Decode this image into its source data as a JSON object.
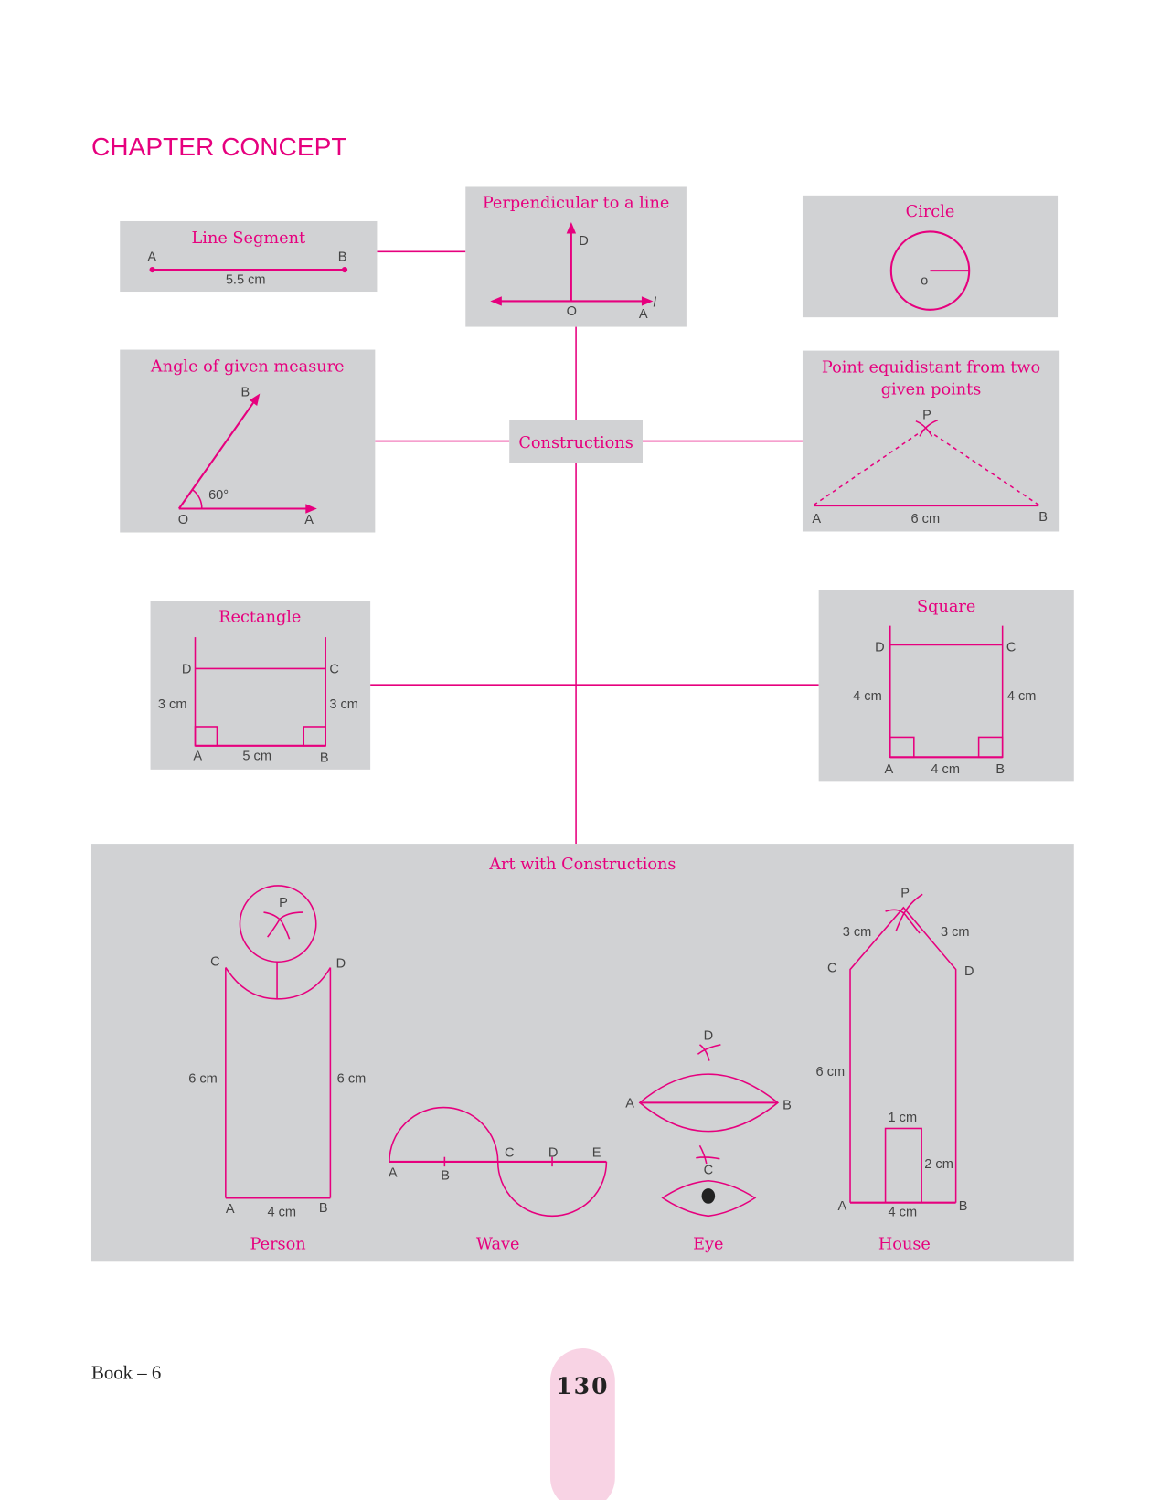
{
  "heading": "CHAPTER CONCEPT",
  "center": "Constructions",
  "line_segment": {
    "title": "Line Segment",
    "a": "A",
    "b": "B",
    "length": "5.5 cm"
  },
  "perpendicular": {
    "title": "Perpendicular to a line",
    "d": "D",
    "o": "O",
    "a": "A",
    "l": "l"
  },
  "circle": {
    "title": "Circle",
    "o": "o"
  },
  "angle": {
    "title": "Angle of given measure",
    "b": "B",
    "o": "O",
    "a": "A",
    "measure": "60°"
  },
  "equidistant": {
    "title_line1": "Point equidistant from two",
    "title_line2": "given points",
    "p": "P",
    "a": "A",
    "b": "B",
    "length": "6 cm"
  },
  "rectangle": {
    "title": "Rectangle",
    "d": "D",
    "c": "C",
    "a": "A",
    "b": "B",
    "side_left": "3 cm",
    "side_right": "3 cm",
    "base": "5 cm"
  },
  "square": {
    "title": "Square",
    "d": "D",
    "c": "C",
    "a": "A",
    "b": "B",
    "side_left": "4 cm",
    "side_right": "4 cm",
    "base": "4 cm"
  },
  "art": {
    "title": "Art with Constructions",
    "person": {
      "caption": "Person",
      "p": "P",
      "c": "C",
      "d": "D",
      "a": "A",
      "b": "B",
      "left": "6 cm",
      "right": "6 cm",
      "base": "4 cm"
    },
    "wave": {
      "caption": "Wave",
      "a": "A",
      "b": "B",
      "c": "C",
      "d": "D",
      "e": "E"
    },
    "eye": {
      "caption": "Eye",
      "d": "D",
      "a": "A",
      "b": "B",
      "c": "C"
    },
    "house": {
      "caption": "House",
      "p": "P",
      "c": "C",
      "d": "D",
      "a": "A",
      "b": "B",
      "roof_left": "3 cm",
      "roof_right": "3 cm",
      "wall": "6 cm",
      "door_width": "1 cm",
      "door_height": "2 cm",
      "base": "4 cm"
    }
  },
  "footer": {
    "book": "Book – 6",
    "page_number": "130"
  },
  "colors": {
    "accent": "#e6007e",
    "panel": "#d1d2d4",
    "page_tab": "#f8d3e4"
  }
}
